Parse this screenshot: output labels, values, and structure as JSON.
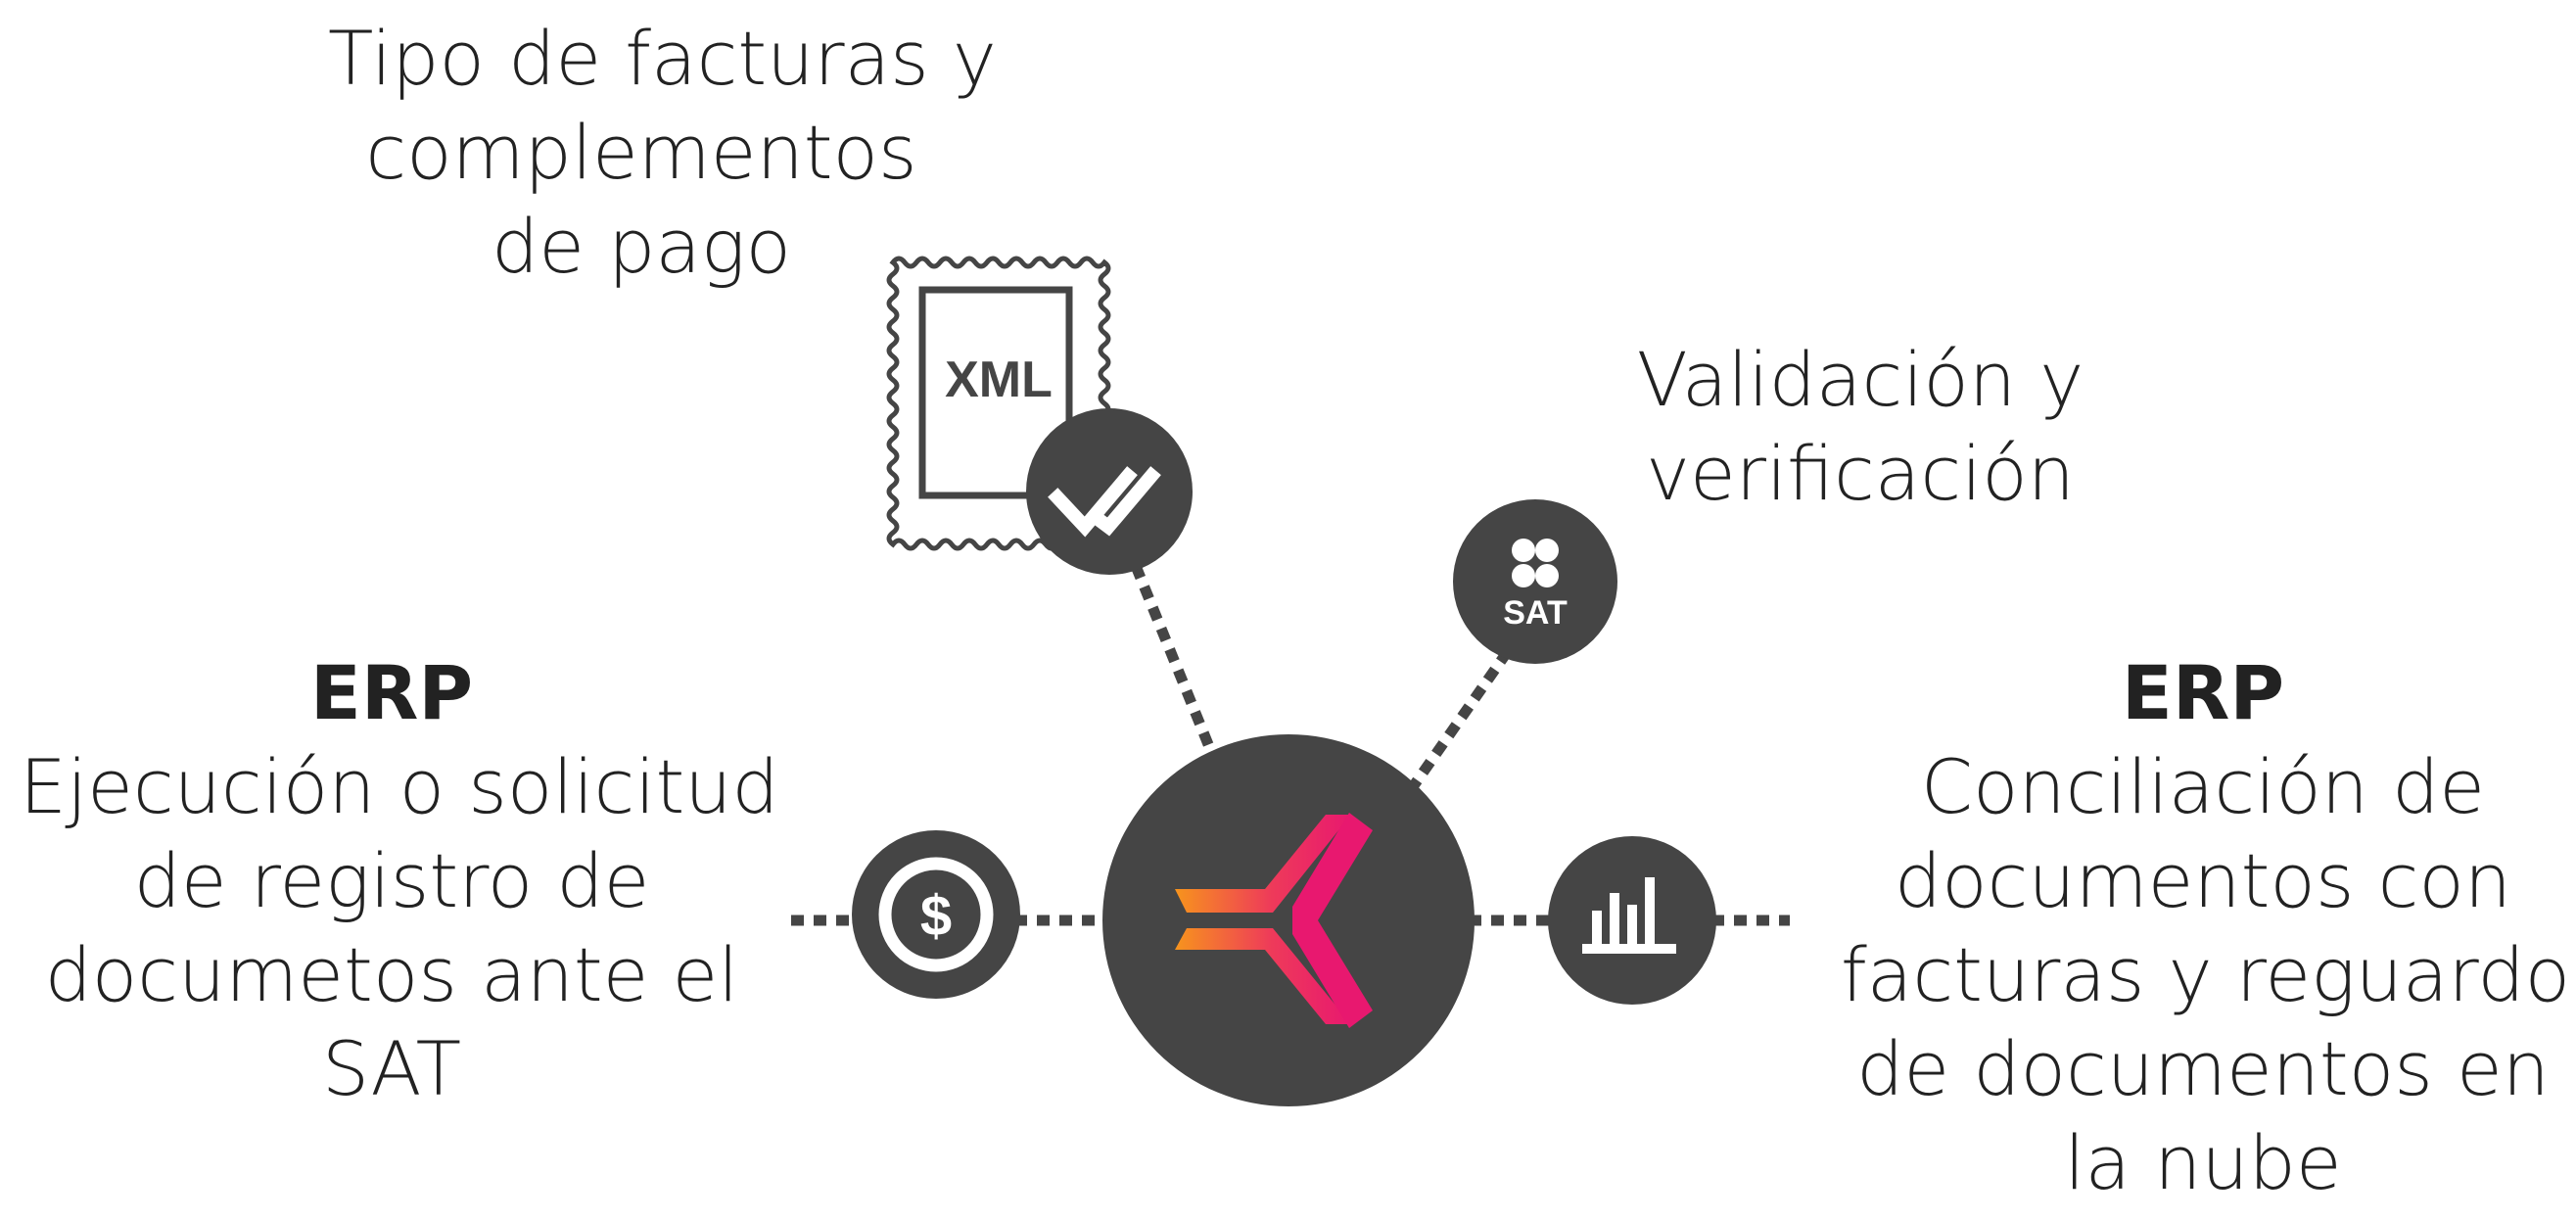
{
  "labels": {
    "top": {
      "lines": [
        "Tipo de facturas y",
        "complementos",
        "de pago"
      ]
    },
    "validation": {
      "lines": [
        "Validación y",
        "verificación"
      ]
    },
    "left": {
      "title": "ERP",
      "lines": [
        "Ejecución o solicitud",
        "de registro de",
        "documetos ante el",
        "SAT"
      ]
    },
    "right": {
      "title": "ERP",
      "lines": [
        "Conciliación de",
        "documentos con",
        "facturas y reguardo",
        "de documentos en",
        "la nube"
      ]
    }
  },
  "icons": {
    "xml_document": {
      "icon": "stamp-document-icon",
      "text": "XML"
    },
    "check": {
      "icon": "double-check-icon"
    },
    "sat": {
      "icon": "sat-logo-icon",
      "text": "SAT"
    },
    "dollar": {
      "icon": "dollar-coin-icon",
      "text": "$"
    },
    "chart": {
      "icon": "bar-chart-icon"
    },
    "hub": {
      "icon": "brand-logo-icon"
    }
  },
  "colors": {
    "node": "#454545",
    "text": "#222222",
    "logo_orange": "#f7941d",
    "logo_pink": "#e8186f"
  }
}
